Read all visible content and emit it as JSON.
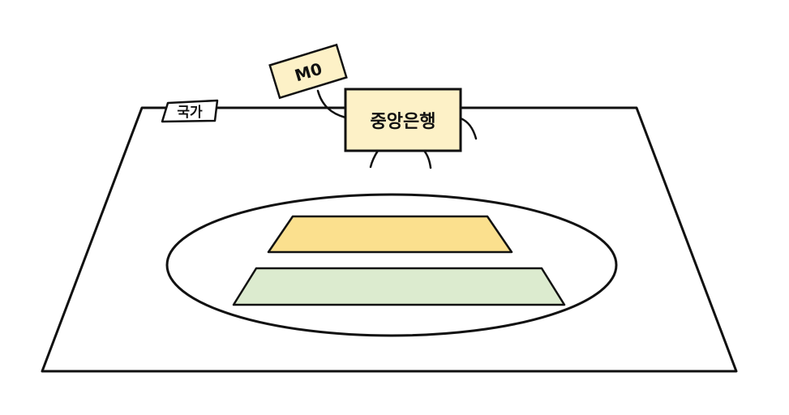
{
  "diagram": {
    "country_tag": "국가",
    "central_bank_label": "중앙은행",
    "money_sign_label": "M0"
  },
  "colors": {
    "background": "#ffffff",
    "outline": "#111111",
    "central_bank_fill": "#fdf1c7",
    "sign_fill": "#fdf1c7",
    "upper_layer_fill": "#fbe08e",
    "lower_layer_fill": "#dcebcf",
    "country_tag_fill": "#ffffff"
  }
}
